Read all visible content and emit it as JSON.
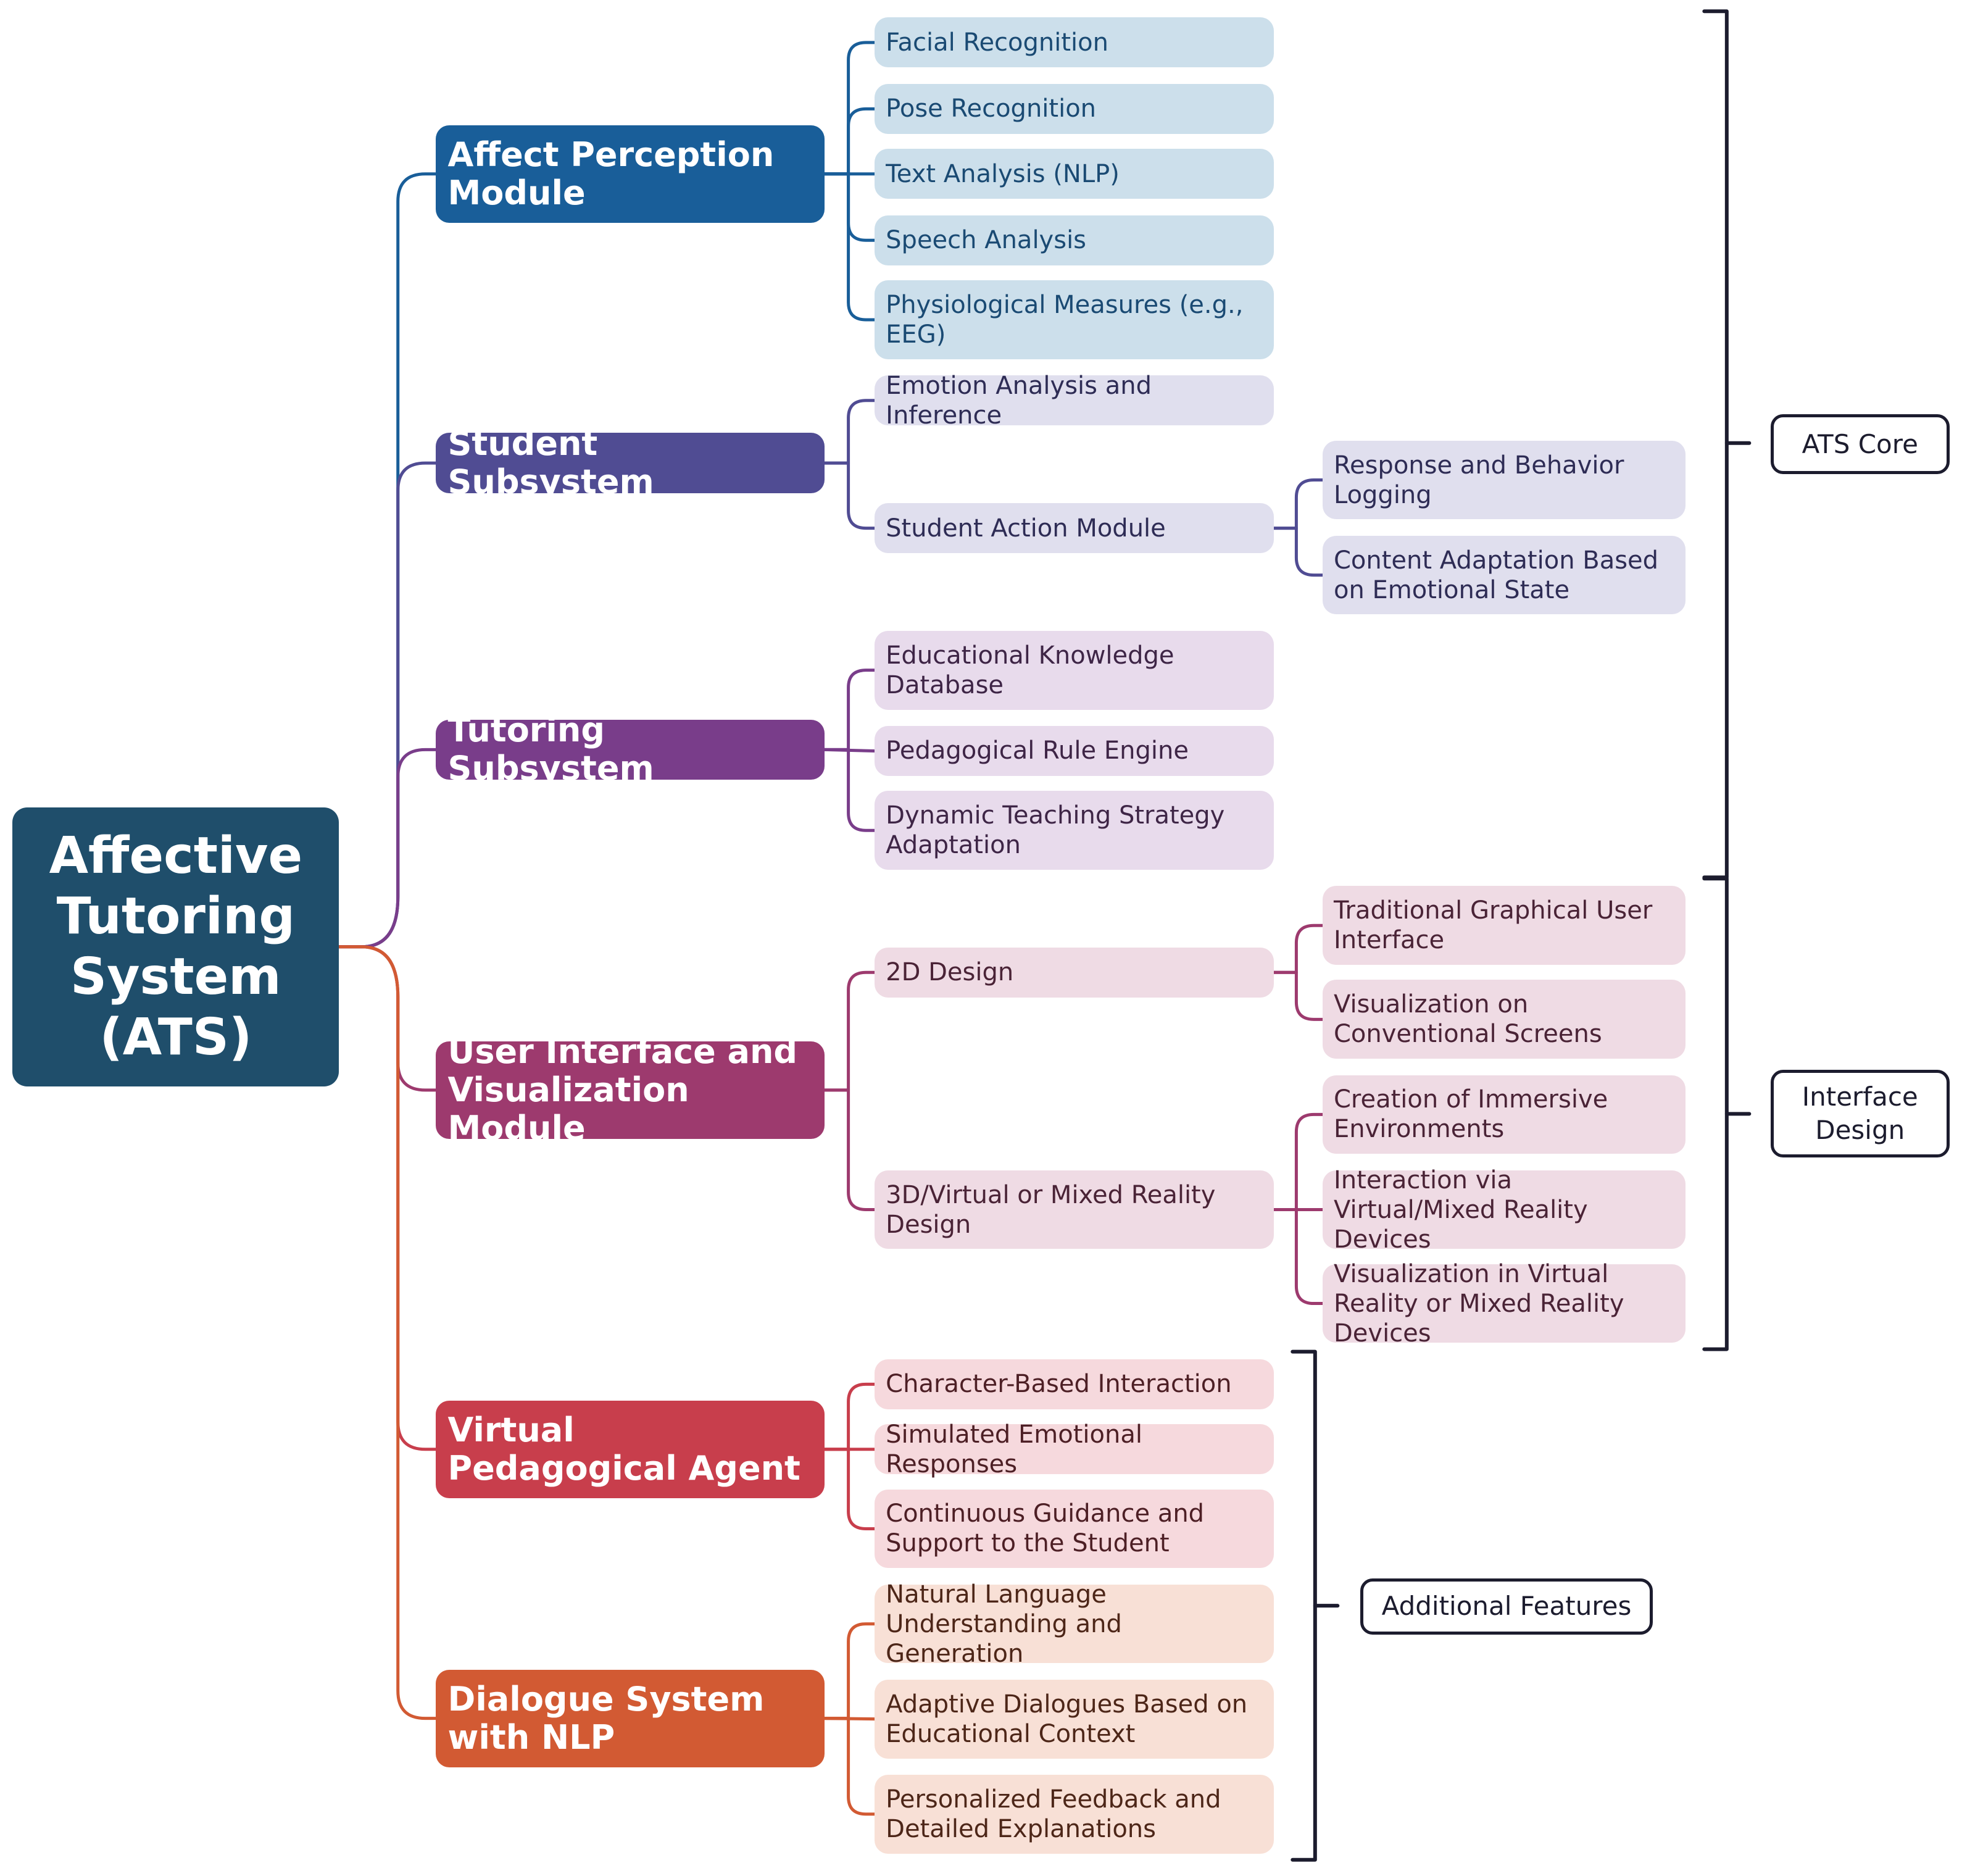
{
  "diagram": {
    "root": "Affective Tutoring System (ATS)",
    "modules": [
      {
        "label": "Affect Perception Module",
        "color": "#195e99",
        "leaf_bg": "#ccdfeb",
        "leaf_text": "#1a4a73",
        "children": [
          {
            "label": "Facial Recognition"
          },
          {
            "label": "Pose Recognition"
          },
          {
            "label": "Text Analysis (NLP)"
          },
          {
            "label": "Speech Analysis"
          },
          {
            "label": "Physiological Measures (e.g., EEG)"
          }
        ]
      },
      {
        "label": "Student Subsystem",
        "color": "#504c93",
        "leaf_bg": "#e0dfee",
        "leaf_text": "#2e2c55",
        "children": [
          {
            "label": "Emotion Analysis and Inference"
          },
          {
            "label": "Student Action Module",
            "children": [
              {
                "label": "Response and Behavior Logging"
              },
              {
                "label": "Content Adaptation Based on Emotional State"
              }
            ]
          }
        ]
      },
      {
        "label": "Tutoring Subsystem",
        "color": "#793d8a",
        "leaf_bg": "#e8dbec",
        "leaf_text": "#3e2546",
        "children": [
          {
            "label": "Educational Knowledge Database"
          },
          {
            "label": "Pedagogical Rule Engine"
          },
          {
            "label": "Dynamic Teaching Strategy Adaptation"
          }
        ]
      },
      {
        "label": "User Interface and Visualization Module",
        "color": "#9d3a6e",
        "leaf_bg": "#efdbe4",
        "leaf_text": "#4a2336",
        "children": [
          {
            "label": "2D Design",
            "children": [
              {
                "label": "Traditional Graphical User Interface"
              },
              {
                "label": "Visualization on Conventional Screens"
              }
            ]
          },
          {
            "label": "3D/Virtual or Mixed Reality Design",
            "children": [
              {
                "label": "Creation of Immersive Environments"
              },
              {
                "label": "Interaction via Virtual/Mixed Reality Devices"
              },
              {
                "label": "Visualization in Virtual Reality or Mixed Reality Devices"
              }
            ]
          }
        ]
      },
      {
        "label": "Virtual Pedagogical Agent",
        "color": "#c83e4c",
        "leaf_bg": "#f6d9dd",
        "leaf_text": "#4d1f25",
        "children": [
          {
            "label": "Character-Based Interaction"
          },
          {
            "label": "Simulated Emotional Responses"
          },
          {
            "label": "Continuous Guidance and Support to the Student"
          }
        ]
      },
      {
        "label": "Dialogue System with NLP",
        "color": "#d25a33",
        "leaf_bg": "#f8e0d6",
        "leaf_text": "#4d2618",
        "children": [
          {
            "label": "Natural Language Understanding and Generation"
          },
          {
            "label": "Adaptive Dialogues Based on Educational Context"
          },
          {
            "label": "Personalized Feedback and Detailed Explanations"
          }
        ]
      }
    ],
    "groups": [
      {
        "label": "ATS Core"
      },
      {
        "label": "Interface Design"
      },
      {
        "label": "Additional Features"
      }
    ],
    "root_color": "#1f4e6b",
    "bracket_color": "#1c1c2e"
  }
}
